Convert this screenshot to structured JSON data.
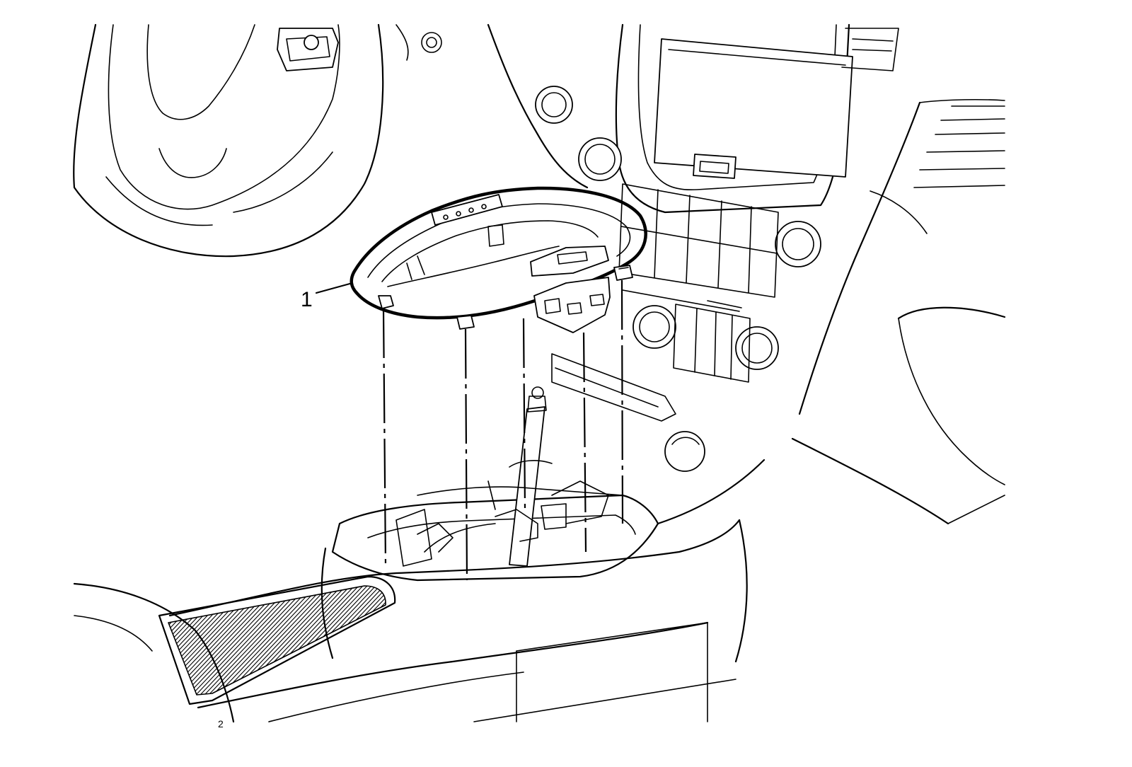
{
  "callouts": [
    {
      "id": "1",
      "label": "1"
    }
  ],
  "corner_marks": [
    {
      "label": "2"
    }
  ]
}
